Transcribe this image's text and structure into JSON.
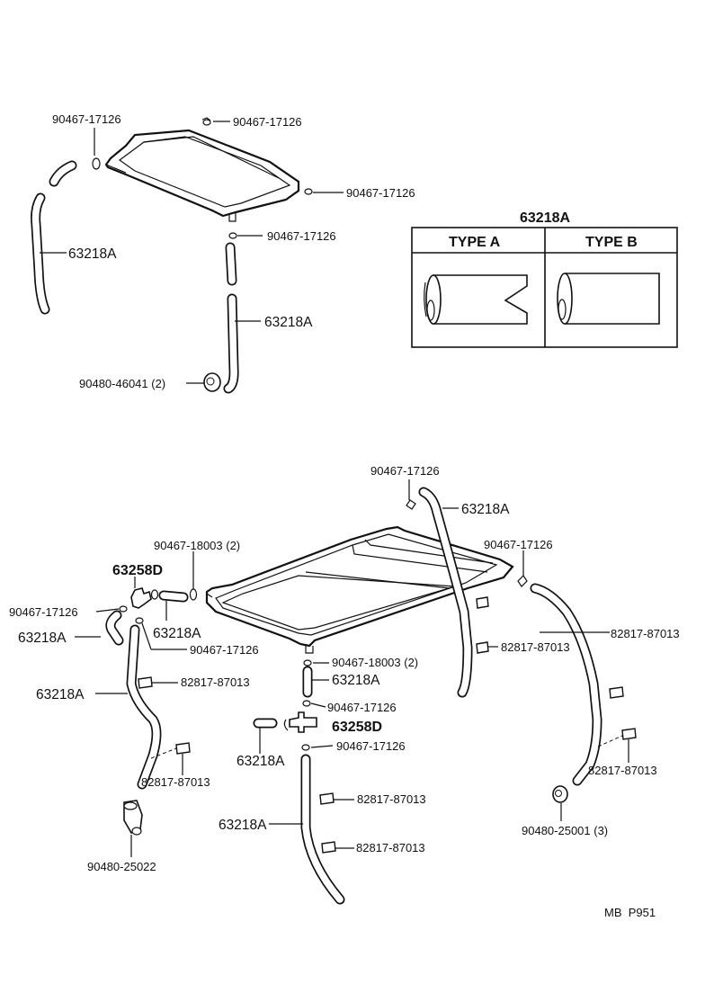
{
  "labels": {
    "top_clamp_left": "90467-17126",
    "top_clamp_top": "90467-17126",
    "top_clamp_right": "90467-17126",
    "top_clamp_front": "90467-17126",
    "top_hose_left": "63218A",
    "top_hose_front": "63218A",
    "top_plug": "90480-46041 (2)",
    "bot_clamp_top": "90467-17126",
    "bot_hose_top": "63218A",
    "bot_clamp_right": "90467-17126",
    "bot_tape_right_top": "82817-87013",
    "bot_clamp_18003_top": "90467-18003 (2)",
    "bot_joint_left": "63258D",
    "bot_clamp_left": "90467-17126",
    "bot_hose_left_short": "63218A",
    "bot_hose_left_elbow": "63218A",
    "bot_clamp_left2": "90467-17126",
    "bot_tape_mid_right": "82817-87013",
    "bot_clamp_18003_front": "90467-18003 (2)",
    "bot_hose_center_short": "63218A",
    "bot_hose_left_long": "63218A",
    "bot_tape_left": "82817-87013",
    "bot_clamp_center": "90467-17126",
    "bot_joint_center": "63258D",
    "bot_clamp_center2": "90467-17126",
    "bot_hose_center_stub": "63218A",
    "bot_tape_left_low": "82817-87013",
    "bot_tape_right_low": "82817-87013",
    "bot_plug_right": "90480-25001 (3)",
    "bot_tape_center1": "82817-87013",
    "bot_hose_center_long": "63218A",
    "bot_tape_center2": "82817-87013",
    "bot_plug_left": "90480-25022"
  },
  "inset": {
    "title": "63218A",
    "type_a": "TYPE A",
    "type_b": "TYPE B"
  },
  "code": "MB  P951"
}
